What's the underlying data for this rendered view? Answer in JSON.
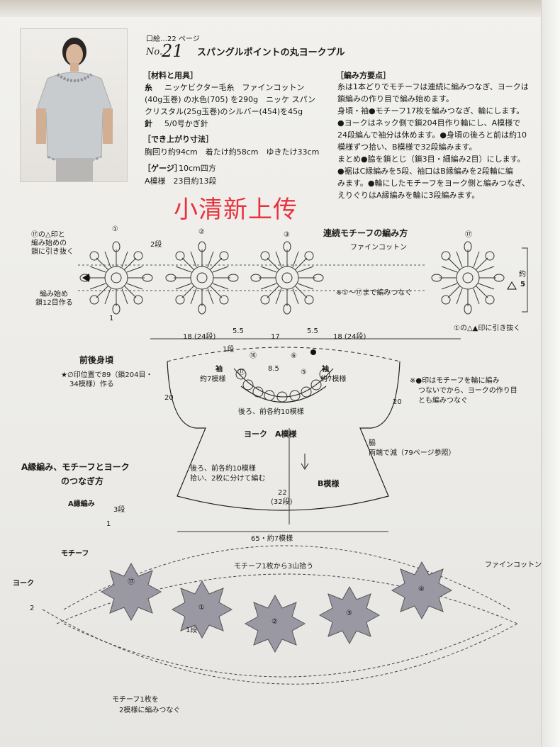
{
  "header": {
    "ref": "口絵…22 ページ",
    "no_prefix": "No.",
    "no_number": "21",
    "title": "スパングルポイントの丸ヨークプル"
  },
  "materials": {
    "heading": "［材料と用具］",
    "yarn_key": "糸",
    "line1": "ニッケビクター毛糸　ファインコットン",
    "line2": "(40g玉巻) の水色(705) を290g　ニッケ スパン",
    "line3": "クリスタル(25g玉巻)のシルバー(454)を45g",
    "needle_key": "針",
    "needle": "5/0号かぎ針"
  },
  "size": {
    "heading": "［でき上がり寸法］",
    "line": "胸回り約94cm　着たけ約58cm　ゆきたけ33cm"
  },
  "gauge": {
    "heading": "［ゲージ］",
    "line1": "10cm四方",
    "line2": "A模様　23目約13段"
  },
  "instructions": {
    "heading": "［編み方要点］",
    "l1": "糸は1本どりでモチーフは連続に編みつなぎ、ヨークは",
    "l2": "鎖編みの作り目で編み始めます。",
    "l3": "身頃・袖●モチーフ17枚を編みつなぎ、輪にします。",
    "l4": "●ヨークはネック側で鎖204目作り輪にし、A模様で",
    "l5": "24段編んで袖分は休めます。●身頃の後ろと前は約10",
    "l6": "模様ずつ拾い、B模様で32段編みます。",
    "l7": "まとめ●脇を鎖とじ（鎖3目・細編み2目）にします。",
    "l8": "●裾はC縁編みを5段、袖口はB縁編みを2段輪に編",
    "l9": "みます。●輪にしたモチーフをヨーク側と編みつなぎ、",
    "l10": "えりぐりはA縁編みを輪に3段編みます。"
  },
  "watermark": "小清新上传",
  "motif_diagram": {
    "title": "連続モチーフの編み方",
    "yarn": "ファインコットン",
    "note_left1": "⑰の△印と",
    "note_left2": "編み始めの",
    "note_left3": "鎖に引き抜く",
    "start1": "編み始め",
    "start2": "鎖12目作る",
    "row2": "2段",
    "row1": "1",
    "m1": "①",
    "m2": "②",
    "m3": "③",
    "m17": "⑰",
    "join_note": "※①〜⑰まで編みつなぐ",
    "size_label": "約",
    "size_value": "5",
    "pull_note": "①の△▲印に引き抜く"
  },
  "body_diagram": {
    "title": "前後身頃",
    "note1": "★∅印位置で89（鎖204目・",
    "note2": "34模様）作る",
    "dim_left": "18 (24段)",
    "dim_55a": "5.5",
    "dim_17": "17",
    "dim_55b": "5.5",
    "dim_right": "18 (24段)",
    "row1": "1段",
    "neck": "8.5",
    "sleeve_l": "袖",
    "sleeve_l2": "約7模様",
    "sleeve_r": "袖",
    "sleeve_r2": "約7模様",
    "c16": "⑯",
    "c17": "⑰",
    "c6": "⑥",
    "c5": "⑤",
    "h20l": "20",
    "h20r": "20",
    "back_front": "後ろ、前各約10模様",
    "yoke": "ヨーク　A模様",
    "side1": "脇",
    "side2": "両端で減（79ページ参照）",
    "pick1": "後ろ、前各約10模様",
    "pick2": "拾い、2枚に分けて編む",
    "b_pattern": "B模様",
    "h22": "22",
    "h22b": "(32段)",
    "bottom": "65・約7模様",
    "mark_note1": "※●印はモチーフを輪に編み",
    "mark_note2": "つないでから、ヨークの作り目",
    "mark_note3": "とも編みつなぐ"
  },
  "joining_diagram": {
    "title1": "A縁編み、モチーフとヨーク",
    "title2": "のつなぎ方",
    "edge": "A縁編み",
    "r3": "3段",
    "r1": "1",
    "motif": "モチーフ",
    "yoke": "ヨーク",
    "r2": "2",
    "pick_note": "モチーフ1枚から3山拾う",
    "yarn": "ファインコットン",
    "m17": "⑰",
    "m1": "①",
    "m2": "②",
    "m3": "③",
    "m4": "④",
    "row1": "1段",
    "join1": "モチーフ1枚を",
    "join2": "2模様に編みつなぐ"
  },
  "colors": {
    "motif_fill": "#9a98a3",
    "watermark": "#e8323c",
    "ink": "#1a1a1a"
  }
}
